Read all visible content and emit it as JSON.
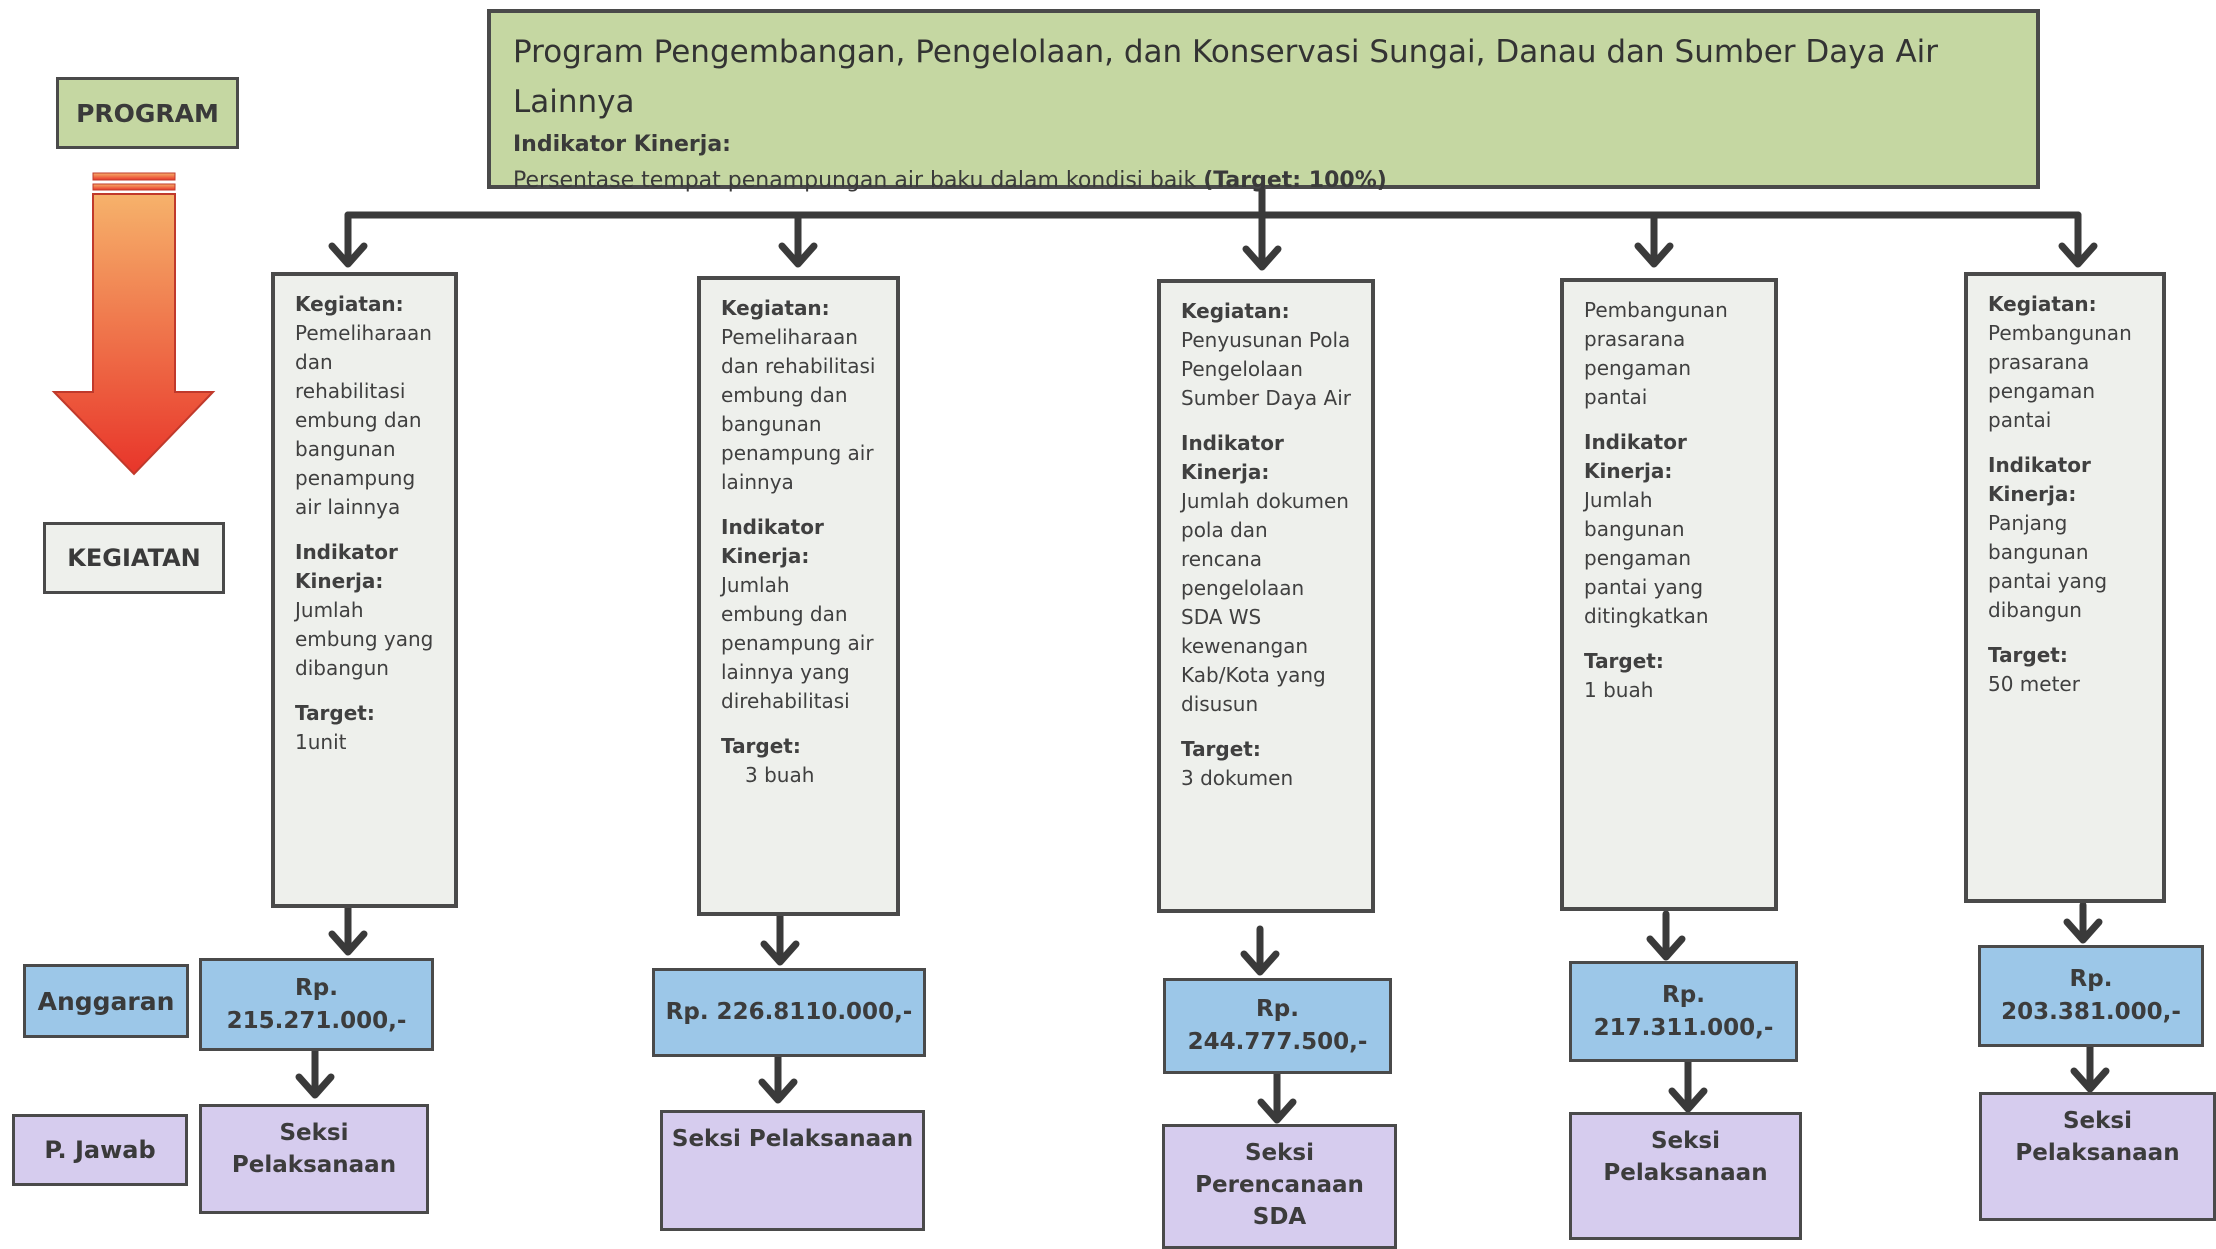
{
  "legend": {
    "program": "PROGRAM",
    "kegiatan": "KEGIATAN",
    "anggaran": "Anggaran",
    "p_jawab": "P. Jawab",
    "arrow_colors": [
      "#e8352a",
      "#f6b26b"
    ]
  },
  "program": {
    "title": "Program Pengembangan, Pengelolaan, dan Konservasi Sungai, Danau dan Sumber Daya Air Lainnya",
    "indicator_label": "Indikator Kinerja:",
    "indicator_text": "Persentase tempat penampungan air baku dalam kondisi baik",
    "target": "(Target: 100%)"
  },
  "activities": [
    {
      "kegiatan_label": "Kegiatan:",
      "kegiatan": "Pemeliharaan dan rehabilitasi embung dan bangunan penampung air lainnya",
      "indicator_label": "Indikator Kinerja:",
      "indicator": "Jumlah embung yang dibangun",
      "target_label": "Target:",
      "target": "1unit",
      "budget": "Rp. 215.271.000,-",
      "responsible": "Seksi Pelaksanaan"
    },
    {
      "kegiatan_label": "Kegiatan:",
      "kegiatan": "Pemeliharaan dan rehabilitasi embung dan bangunan penampung air lainnya",
      "indicator_label": "Indikator Kinerja:",
      "indicator": "Jumlah embung dan penampung air lainnya yang direhabilitasi",
      "target_label": "Target:",
      "target": "3 buah",
      "budget": "Rp. 226.8110.000,-",
      "responsible": "Seksi Pelaksanaan"
    },
    {
      "kegiatan_label": "Kegiatan:",
      "kegiatan": "Penyusunan Pola Pengelolaan Sumber Daya Air",
      "indicator_label": "Indikator Kinerja:",
      "indicator": "Jumlah dokumen pola dan rencana pengelolaan SDA WS kewenangan Kab/Kota yang disusun",
      "target_label": "Target:",
      "target": "3 dokumen",
      "budget": "Rp. 244.777.500,-",
      "responsible": "Seksi Perencanaan SDA"
    },
    {
      "kegiatan_label": "",
      "kegiatan": "Pembangunan prasarana pengaman pantai",
      "indicator_label": "Indikator Kinerja:",
      "indicator": "Jumlah bangunan pengaman pantai yang ditingkatkan",
      "target_label": "Target:",
      "target": "1 buah",
      "budget": "Rp. 217.311.000,-",
      "responsible": "Seksi Pelaksanaan"
    },
    {
      "kegiatan_label": "Kegiatan:",
      "kegiatan": "Pembangunan prasarana pengaman pantai",
      "indicator_label": "Indikator Kinerja:",
      "indicator": "Panjang bangunan pantai yang dibangun",
      "target_label": "Target:",
      "target": "50 meter",
      "budget": "Rp. 203.381.000,-",
      "responsible": "Seksi Pelaksanaan"
    }
  ]
}
